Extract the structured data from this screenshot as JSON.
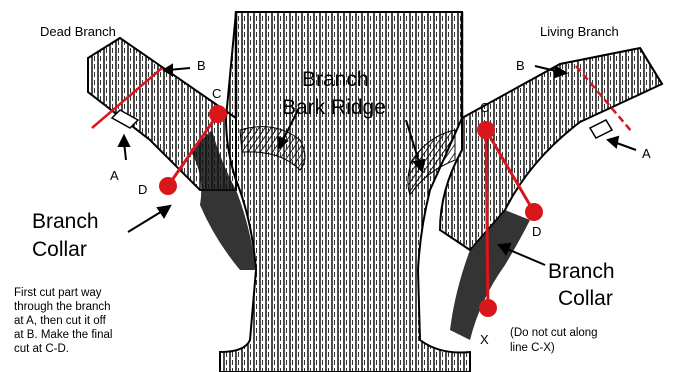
{
  "labels": {
    "dead_branch": "Dead Branch",
    "living_branch": "Living Branch",
    "branch_bark_ridge_line1": "Branch",
    "branch_bark_ridge_line2": "Bark Ridge",
    "left_collar_line1": "Branch",
    "left_collar_line2": "Collar",
    "right_collar_line1": "Branch",
    "right_collar_line2": "Collar",
    "instructions": [
      "First cut part way",
      "through the branch",
      "at A, then cut it off",
      "at B. Make the final",
      "cut at C-D."
    ],
    "warning_line1": "(Do not cut along",
    "warning_line2": "line C-X)"
  },
  "points": {
    "left": {
      "a": "A",
      "b": "B",
      "c": "C",
      "d": "D"
    },
    "right": {
      "a": "A",
      "b": "B",
      "c": "C",
      "d": "D",
      "x": "X"
    }
  },
  "colors": {
    "ink": "#000000",
    "cut_red": "#d9161c",
    "background": "#ffffff"
  }
}
